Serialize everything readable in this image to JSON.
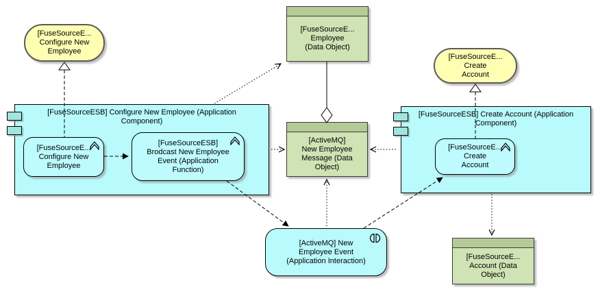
{
  "colors": {
    "canvas_bg": "#FFFFFF",
    "component_fill": "#B9FAFC",
    "component_port_fill": "#A0E6DE",
    "function_fill": "#BDFBFE",
    "interaction_fill": "#B9FAFC",
    "service_fill": "#FFFFB3",
    "service_outline": "#5A5A5A",
    "data_object_fill": "#CFE3B4",
    "data_object_header_fill": "#B5CB97",
    "outline": "#000000",
    "connector": "#000000"
  },
  "nodes": {
    "configure_service": {
      "line1": "[FuseSourceE...",
      "line2": "Configure New",
      "line3": "Employee"
    },
    "employee_data_object": {
      "line1": "[FuseSourceE...",
      "line2": "Employee",
      "line3": "(Data Object)"
    },
    "create_account_service": {
      "line1": "[FuseSourceE...",
      "line2": "Create",
      "line3": "Account"
    },
    "configure_component": {
      "title": "[FuseSourceESB] Configure New Employee (Application Component)"
    },
    "configure_function": {
      "line1": "[FuseSourceE...",
      "line2": "Configure New",
      "line3": "Employee"
    },
    "broadcast_function": {
      "line1": "[FuseSourceESB]",
      "line2": "Brodcast New Employee",
      "line3": "Event (Application",
      "line4": "Function)"
    },
    "message_data_object": {
      "line1": "[ActiveMQ]",
      "line2": "New Employee",
      "line3": "Message (Data",
      "line4": "Object)"
    },
    "create_account_component": {
      "title": "[FuseSourceESB] Create Account (Application Component)"
    },
    "create_account_function": {
      "line1": "[FuseSourceE...",
      "line2": "Create",
      "line3": "Account"
    },
    "new_employee_event_interaction": {
      "line1": "[ActiveMQ] New",
      "line2": "Employee Event",
      "line3": "(Application Interaction)"
    },
    "account_data_object": {
      "line1": "[FuseSourceE...",
      "line2": "Account (Data",
      "line3": "Object)"
    }
  }
}
